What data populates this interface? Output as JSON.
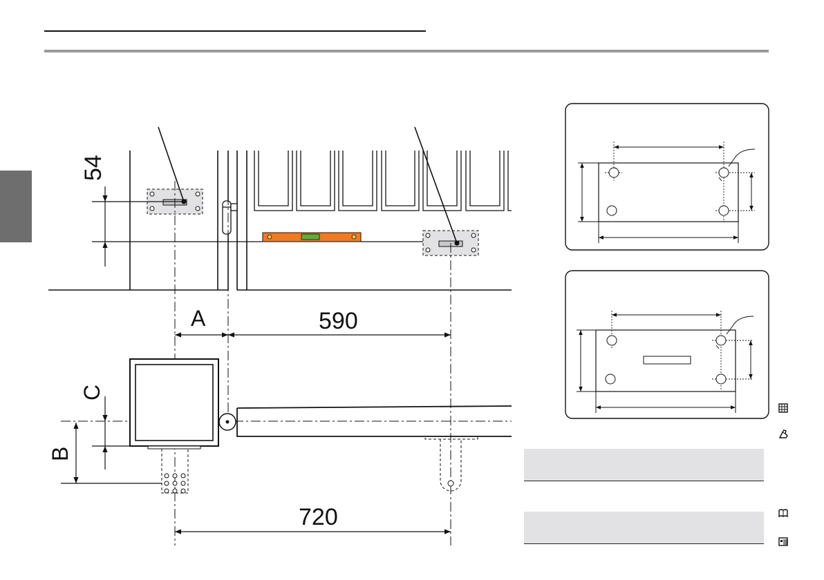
{
  "dimensions": {
    "top_offset": "54",
    "label_a": "A",
    "label_b": "B",
    "label_c": "C",
    "distance_590": "590",
    "distance_720": "720"
  },
  "icons": {
    "margin": [
      "grid-icon",
      "hand-tool-icon",
      "book-icon",
      "film-strip-icon"
    ]
  },
  "colors": {
    "spirit_level": "#f07a24",
    "bracket_fill": "#e2e2e4",
    "side_tab": "#6e6e6e",
    "header_rule": "#9a9a9a",
    "panel_fill": "#e2e2e4"
  }
}
